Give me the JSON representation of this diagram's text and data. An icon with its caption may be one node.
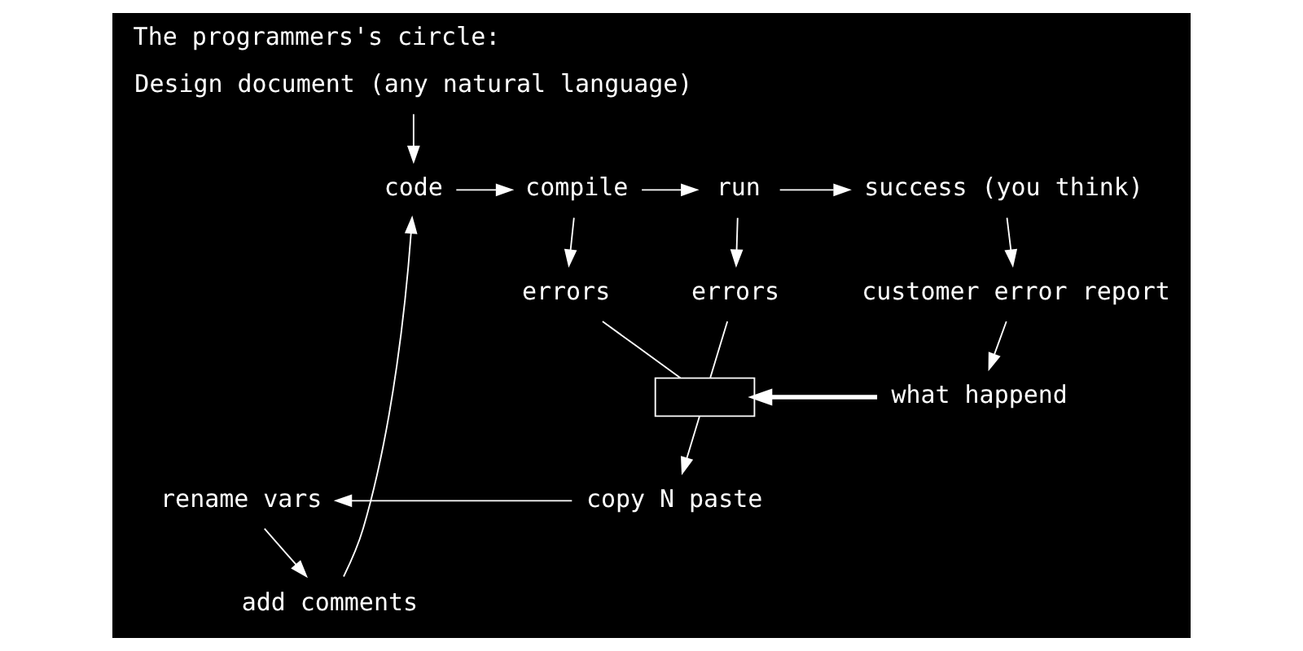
{
  "diagram": {
    "title": "The programmers's circle:",
    "nodes": [
      {
        "text": [
          "Design document (any natural language)"
        ]
      },
      {
        "text": [
          "code"
        ]
      },
      {
        "text": [
          "compile"
        ]
      },
      {
        "text": [
          "run"
        ]
      },
      {
        "text": [
          "success (you think)"
        ]
      },
      {
        "text": [
          "errors"
        ]
      },
      {
        "text": [
          "errors"
        ]
      },
      {
        "text": [
          "customer error report"
        ]
      },
      {
        "text": [
          "add comments"
        ]
      },
      {
        "text": [],
        "shape": "box"
      },
      {
        "text": [
          "what happend"
        ]
      },
      {
        "text": [
          "copy N paste"
        ]
      },
      {
        "text": [
          "rename vars"
        ]
      }
    ],
    "edges": [
      {
        "from": 0,
        "to": 1,
        "arrow": "to"
      },
      {
        "from": 1,
        "to": 2,
        "arrow": "to"
      },
      {
        "from": 2,
        "to": 3,
        "arrow": "to"
      },
      {
        "from": 3,
        "to": 4,
        "arrow": "to"
      },
      {
        "from": 2,
        "to": 5,
        "arrow": "to"
      },
      {
        "from": 3,
        "to": 6,
        "arrow": "to"
      },
      {
        "from": 4,
        "to": 7,
        "arrow": "to"
      },
      {
        "from": 5,
        "to": 9,
        "arrow": "none"
      },
      {
        "from": 6,
        "to": 9,
        "arrow": "none"
      },
      {
        "from": 7,
        "to": 10,
        "arrow": "to"
      },
      {
        "from": 10,
        "to": 9,
        "arrow": "to",
        "style": "thick"
      },
      {
        "from": 9,
        "to": 11,
        "arrow": "to"
      },
      {
        "from": 11,
        "to": 12,
        "arrow": "to"
      },
      {
        "from": 12,
        "to": 8,
        "arrow": "to"
      },
      {
        "from": 8,
        "to": 1,
        "arrow": "to"
      }
    ]
  }
}
